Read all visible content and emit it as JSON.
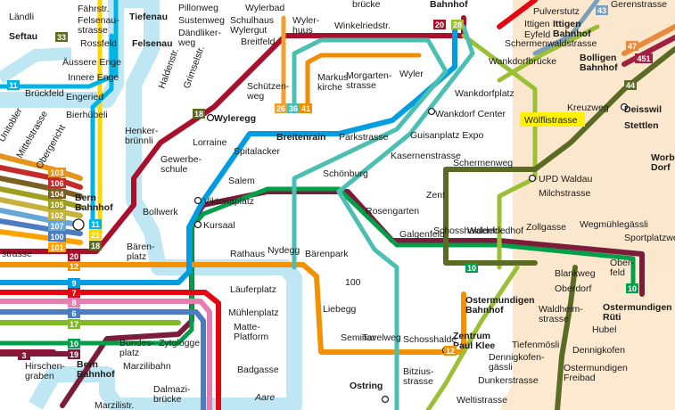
{
  "map": {
    "zone_number": "100",
    "river_label": "Aare",
    "highlight_color": "#fff200",
    "line_colors": {
      "l3": "#8a1538",
      "l6": "#4b7bc0",
      "l7": "#e30613",
      "l8": "#e57fb2",
      "l9": "#009ee0",
      "l10": "#00a04a",
      "l11": "#00b4e6",
      "l12": "#f39200",
      "l17": "#80ba27",
      "l19": "#7b1d3a",
      "l20": "#a8102b",
      "l21": "#ffd500",
      "l26": "#f39f32",
      "l28": "#9bbf35",
      "l36": "#4bbfb1",
      "l40": "#3a6f9a",
      "l41": "#f18d00",
      "l43": "#7a9fb8",
      "l44": "#5b6b24",
      "l47": "#e98a3f",
      "l101": "#ffa100",
      "l102": "#c6b23b",
      "l103": "#e6941b",
      "l104": "#7a6123",
      "l105": "#9e9e1f",
      "l106": "#c62b2b",
      "l107": "#66a6d9",
      "l451": "#a02040"
    },
    "stations": {
      "laendli": "Ländli",
      "seftau": "Seftau",
      "faehrstrasse": "Fährstr.",
      "felsenaustrasse": "Felsenau-\nstrasse",
      "rossfeld": "Rossfeld",
      "aeussere_enge": "Äussere Enge",
      "innere_enge": "Innere Enge",
      "brueckfeld": "Brückfeld",
      "engeried": "Engeried",
      "bierhuebeli": "Bierhübeli",
      "henkerbruennli": "Henker-\nbrünnli",
      "unitobler": "Unitobler",
      "mittelstrasse": "Mittelstrasse",
      "obergericht": "Obergericht",
      "tiefenau": "Tiefenau",
      "felsenau": "Felsenau",
      "pillonweg": "Pillonweg",
      "sustenweg": "Sustenweg",
      "daendlikerweg": "Dändliker-\nweg",
      "haldenstrasse": "Haldenstr.",
      "grimselstrasse": "Grimselstr.",
      "wylerbad": "Wylerbad",
      "schulhaus_wylergut": "Schulhaus\nWylergut",
      "wylerhuus": "Wyler-\nhuus",
      "breitfeld": "Breitfeld",
      "bruecke": "brücke",
      "winkelriedstrasse": "Winkelriedstr.",
      "bahnhof_top": "Bahnhof",
      "pulverstutz": "Pulverstutz",
      "ittigen_bahnhof": "Ittigen\nBahnhof",
      "ittigen": "Ittigen",
      "eyfeld": "Eyfeld",
      "gerenstrasse": "Gerenstrasse",
      "schermenwaldstrasse": "Schermenwaldstrasse",
      "wankdorfbruecke": "Wankdorfbrücke",
      "bolligen_bahnhof": "Bolligen\nBahnhof",
      "wankdorfplatz": "Wankdorfplatz",
      "wankdorf_center": "Wankdorf Center",
      "guisanplatz_expo": "Guisanplatz Expo",
      "kreuzweg": "Kreuzweg",
      "woelflistrasse": "Wölflistrasse",
      "deisswil": "Deisswil",
      "stettlen": "Stettlen",
      "worb_dorf": "Worb\nDorf",
      "schuetzenweg": "Schützen-\nweg",
      "markuskirche": "Markus-\nkirche",
      "morgartenstrasse": "Morgarten-\nstrasse",
      "wyler": "Wyler",
      "wyleregg": "Wyleregg",
      "lorraine": "Lorraine",
      "spitalacker": "Spitalacker",
      "breitenrain": "Breitenrain",
      "parkstrasse": "Parkstrasse",
      "kasernenstrasse": "Kasernenstrasse",
      "schermenweg": "Schermenweg",
      "upd_waldau": "UPD Waldau",
      "milchstrasse": "Milchstrasse",
      "gewerbeschule": "Gewerbe-\nschule",
      "salem": "Salem",
      "viktoriaplatz": "Viktoriaplatz",
      "kursaal": "Kursaal",
      "bollwerk": "Bollwerk",
      "bern_bahnhof_upper": "Bern\nBahnhof",
      "schoenburg": "Schönburg",
      "rosengarten": "Rosengarten",
      "zent": "Zent",
      "schosshaldenfriedhof": "Schosshaldenfriedhof",
      "galgenfeld": "Galgenfeld",
      "waldeck": "Waldeck",
      "zollgasse": "Zollgasse",
      "wegmuehlegaessli": "Wegmühlegässli",
      "sportplatzweg": "Sportplatzweg",
      "baerenplatz": "Bären-\nplatz",
      "rathaus": "Rathaus",
      "nydegg": "Nydegg",
      "baerenpark": "Bärenpark",
      "liebegg": "Liebegg",
      "seminar": "Seminar",
      "tavelweg": "Tavelweg",
      "schosshalde": "Schosshalde",
      "bitziusstrasse": "Bitzius-\nstrasse",
      "zentrum_paul_klee": "Zentrum\nPaul Klee",
      "ostring": "Ostring",
      "ostermundigen_bahnhof": "Ostermundigen\nBahnhof",
      "blankweg": "Blankweg",
      "oberdorf": "Oberdorf",
      "oberfeld": "Ober-\nfeld",
      "ostermundigen_rueti": "Ostermundigen\nRüti",
      "waldheimstrasse": "Waldheim-\nstrasse",
      "hubel": "Hubel",
      "dennigkofen": "Dennigkofen",
      "tiefenmoesli": "Tiefenmösli",
      "dennigkofengaessli": "Dennigkofen-\ngässli",
      "ostermundigen_freibad": "Ostermundigen\nFreibad",
      "dunkerstrasse": "Dunkerstrasse",
      "weltistrasse": "Weltistrasse",
      "laeuferplatz": "Läuferplatz",
      "muehlenplatz": "Mühlenplatz",
      "matte_platform": "Matte-\nPlatform",
      "badgasse": "Badgasse",
      "bundesplatz": "Bundes-\nplatz",
      "zytglogge": "Zytglogge",
      "marzilibahn": "Marzilibahn",
      "dalmazibruecke": "Dalmazi-\nbrücke",
      "marzilistr": "Marzilistr.",
      "hirschengraben": "Hirschen-\ngraben",
      "bern_bahnhof_lower": "Bern\nBahnhof",
      "strasse_left": "strasse"
    },
    "badges": {
      "b33": "33",
      "b43": "43",
      "b20": "20",
      "b28": "28",
      "b18": "18",
      "b26": "26",
      "b36": "36",
      "b41": "41",
      "b47": "47",
      "b44": "44",
      "b451": "451",
      "b103": "103",
      "b106": "106",
      "b104": "104",
      "b105": "105",
      "b102": "102",
      "b107": "107",
      "b100": "100",
      "b101": "101",
      "b11a": "11",
      "b11b": "11",
      "b21": "21",
      "b18b": "18",
      "b20b": "20",
      "b12a": "12",
      "b10a": "10",
      "b9": "9",
      "b7": "7",
      "b8": "8",
      "b6": "6",
      "b17": "17",
      "b10b": "10",
      "b19": "19",
      "b10c": "10",
      "b12b": "12",
      "b3": "3"
    }
  }
}
